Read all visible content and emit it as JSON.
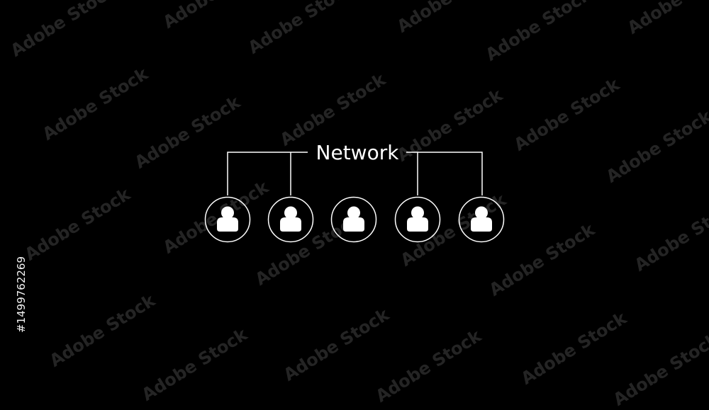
{
  "diagram": {
    "title": "Network",
    "nodes": [
      {
        "icon": "person-icon",
        "connected": true
      },
      {
        "icon": "person-icon",
        "connected": true
      },
      {
        "icon": "person-icon",
        "connected": false
      },
      {
        "icon": "person-icon",
        "connected": true
      },
      {
        "icon": "person-icon",
        "connected": true
      }
    ]
  },
  "watermark": {
    "brand": "Adobe Stock",
    "id_text": "#1499762269"
  },
  "colors": {
    "background": "#000000",
    "foreground": "#ffffff"
  }
}
